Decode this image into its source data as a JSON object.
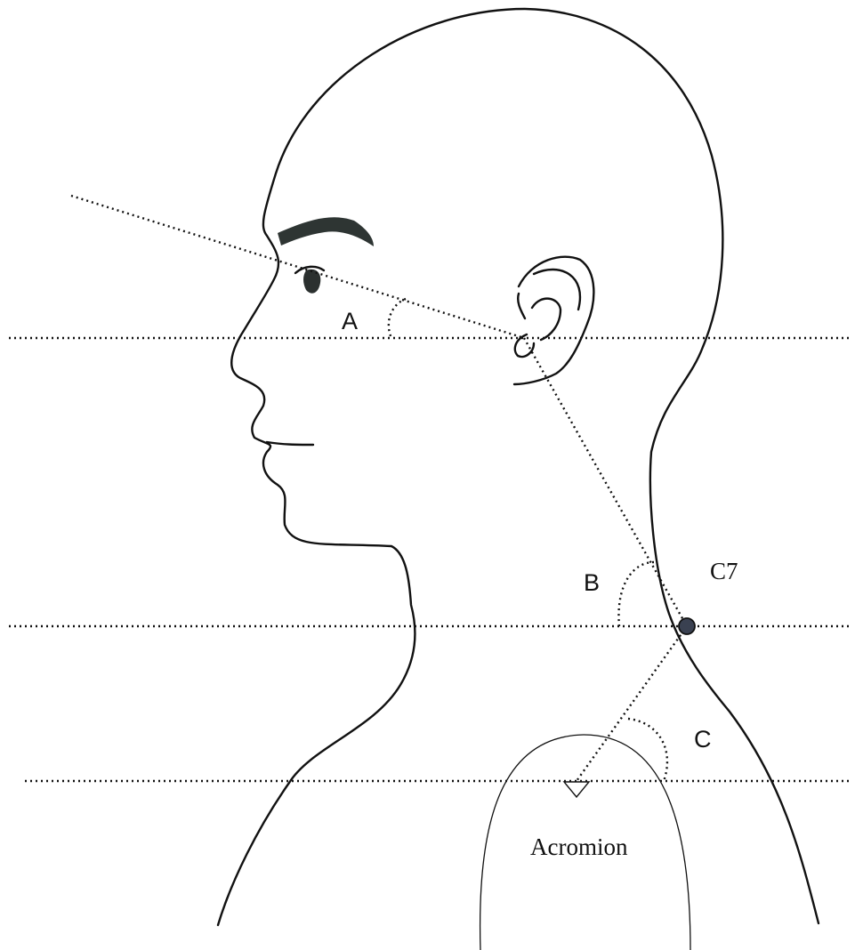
{
  "labels": {
    "angle_a": "A",
    "angle_b": "B",
    "angle_c": "C",
    "c7": "C7",
    "acromion": "Acromion"
  },
  "colors": {
    "line": "#111111",
    "eyebrow": "#2e3533",
    "eye": "#2b302f",
    "marker": "#3a4151"
  }
}
